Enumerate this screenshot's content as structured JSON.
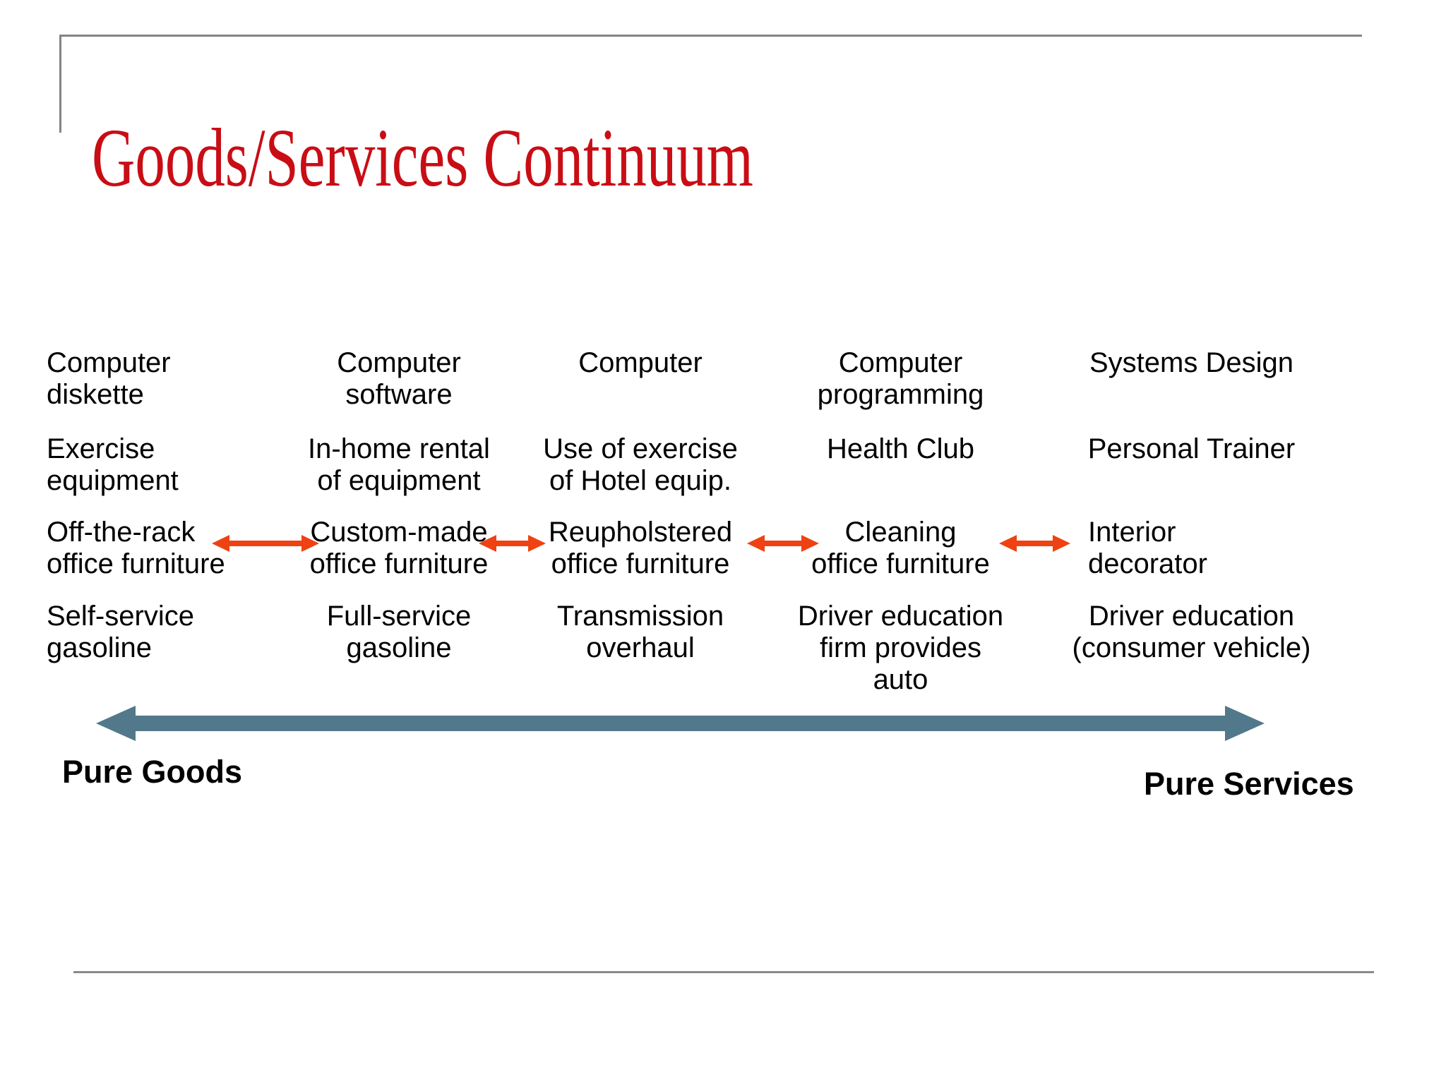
{
  "title": "Goods/Services Continuum",
  "grid": {
    "rows": [
      [
        "Computer\ndiskette",
        "Computer\nsoftware",
        "Computer",
        "Computer\nprogramming",
        "Systems Design"
      ],
      [
        "Exercise\nequipment",
        "In-home rental\nof equipment",
        "Use of exercise\nof Hotel equip.",
        "Health Club",
        "Personal Trainer"
      ],
      [
        "Off-the-rack\noffice furniture",
        "Custom-made\noffice furniture",
        "Reupholstered\noffice furniture",
        "Cleaning\noffice furniture",
        "Interior\ndecorator"
      ],
      [
        "Self-service\ngasoline",
        "Full-service\ngasoline",
        "Transmission\noverhaul",
        "Driver education\nfirm provides auto",
        "Driver education\n(consumer vehicle)"
      ]
    ]
  },
  "axis": {
    "left_label": "Pure Goods",
    "right_label": "Pure Services"
  },
  "colors": {
    "title_red": "#C90D15",
    "arrow_orange": "#EE4213",
    "arrow_teal": "#52798B",
    "line_gray": "#848484",
    "text_black": "#000000"
  }
}
